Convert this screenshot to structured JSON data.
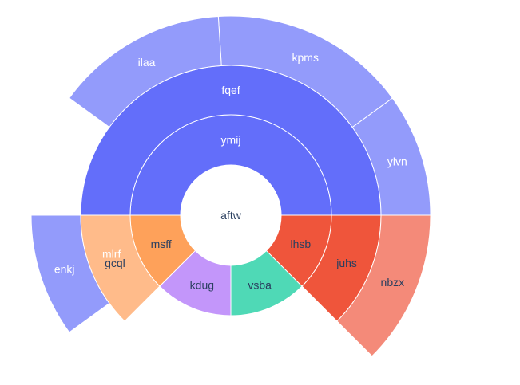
{
  "chart_data": {
    "type": "sunburst",
    "title": "",
    "root": {
      "label": "aftw",
      "color": "#ffffff",
      "text_color": "#2a3f5f",
      "children": [
        {
          "label": "ymij",
          "color": "#636efa",
          "text_color": "#ffffff",
          "share": 0.5,
          "children": [
            {
              "label": "fqef",
              "color": "#636efa",
              "text_color": "#ffffff",
              "share": 0.5,
              "children": [
                {
                  "label": "ylvn",
                  "color": "#939bfb",
                  "text_color": "#ffffff",
                  "share": 0.1
                },
                {
                  "label": "kpms",
                  "color": "#939bfb",
                  "text_color": "#ffffff",
                  "share": 0.16
                },
                {
                  "label": "ilaa",
                  "color": "#939bfb",
                  "text_color": "#ffffff",
                  "share": 0.14
                }
              ]
            },
            {
              "label": "mlrf",
              "color": "#636efa",
              "text_color": "#ffffff",
              "share": 0.1,
              "children": [
                {
                  "label": "enkj",
                  "color": "#939bfb",
                  "text_color": "#ffffff",
                  "share": 0.1
                }
              ]
            }
          ]
        },
        {
          "label": "msff",
          "color": "#fea15a",
          "text_color": "#2a3f5f",
          "share": 0.125,
          "children": [
            {
              "label": "gcql",
              "color": "#ffbb8a",
              "text_color": "#2a3f5f",
              "share": 0.125
            }
          ]
        },
        {
          "label": "kdug",
          "color": "#c396fa",
          "text_color": "#2a3f5f",
          "share": 0.125,
          "children": []
        },
        {
          "label": "vsba",
          "color": "#4fd9b6",
          "text_color": "#2a3f5f",
          "share": 0.125,
          "children": []
        },
        {
          "label": "lhsb",
          "color": "#ef553b",
          "text_color": "#2a3f5f",
          "share": 0.125,
          "children": [
            {
              "label": "juhs",
              "color": "#ef553b",
              "text_color": "#2a3f5f",
              "share": 0.125,
              "children": [
                {
                  "label": "nbzx",
                  "color": "#f48a79",
                  "text_color": "#2a3f5f",
                  "share": 0.125
                }
              ]
            }
          ]
        }
      ]
    }
  }
}
